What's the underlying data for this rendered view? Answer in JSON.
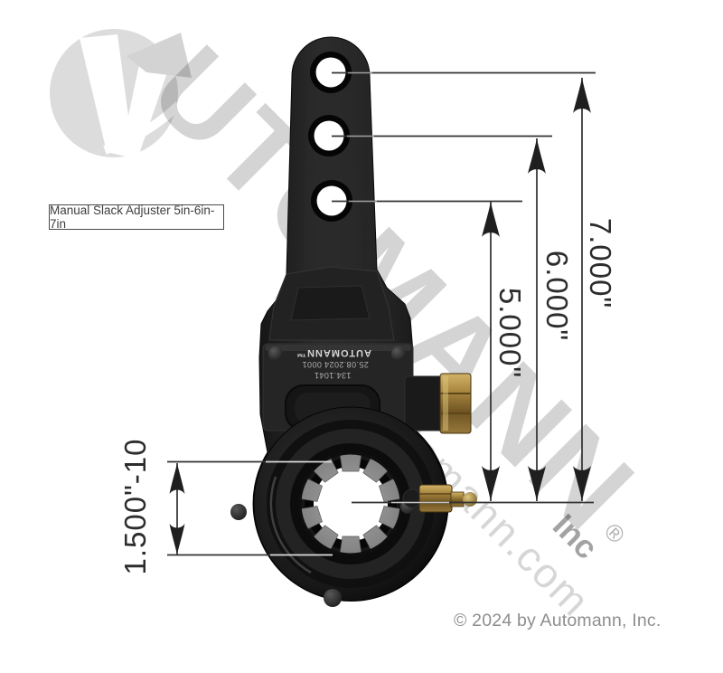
{
  "product_label": {
    "text": "Manual Slack Adjuster 5in-6in-7in"
  },
  "dimensions": {
    "d7": "7.000\"",
    "d6": "6.000\"",
    "d5": "5.000\"",
    "spline": "1.500\"-10"
  },
  "part_markings": {
    "brand": "AUTOMANN™",
    "date_code": "25.08.2024 0001",
    "part_number": "134.1041"
  },
  "watermark": {
    "brand": "UTOMANN",
    "domain": "automann.com",
    "suffix": "Inc",
    "registered": "®"
  },
  "footer": {
    "copyright": "© 2024 by Automann, Inc."
  },
  "colors": {
    "background": "#ffffff",
    "part_black": "#1e1e1e",
    "spline_metal": "#b5b5b5",
    "brass": "#a6894c",
    "dimension_line": "#2e2e2e",
    "watermark_gray": "#c9c9c9",
    "copyright_gray": "#8e8e8e"
  }
}
